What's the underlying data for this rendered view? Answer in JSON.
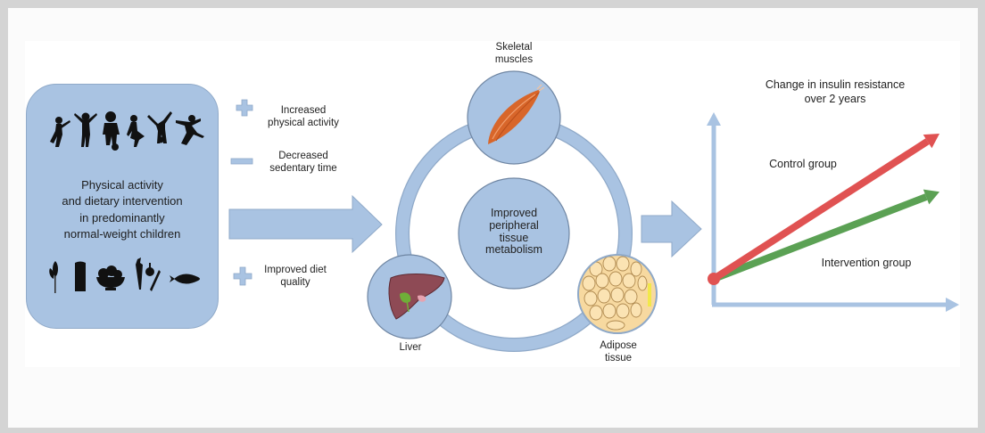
{
  "figure": {
    "intervention_box": {
      "text": "Physical activity\nand dietary intervention\nin predominantly\nnormal-weight children",
      "activity_icons": [
        "child-running-icon",
        "child-jumping-icon",
        "child-with-ball-icon",
        "child-dancing-icon",
        "child-cartwheel-icon",
        "child-leaping-icon"
      ],
      "food_icons": [
        "grain-icon",
        "bread-icon",
        "fruit-bowl-icon",
        "vegetables-icon",
        "fish-icon"
      ]
    },
    "effects": [
      {
        "sign": "+",
        "icon": "plus-icon",
        "label": "Increased\nphysical activity"
      },
      {
        "sign": "−",
        "icon": "minus-icon",
        "label": "Decreased\nsedentary time"
      },
      {
        "sign": "+",
        "icon": "plus-icon",
        "label": "Improved diet\nquality"
      }
    ],
    "tissue_cycle": {
      "center_label": "Improved\nperipheral\ntissue\nmetabolism",
      "nodes": [
        {
          "label": "Skeletal\nmuscles",
          "icon": "muscle-icon"
        },
        {
          "label": "Liver",
          "icon": "liver-icon"
        },
        {
          "label": "Adipose\ntissue",
          "icon": "adipose-tissue-icon"
        }
      ]
    },
    "colors": {
      "box_blue": "#a9c3e2",
      "axis_blue": "#a9c3e2",
      "control_red": "#e05252",
      "intervention_green": "#5ba154"
    }
  },
  "chart_data": {
    "type": "line",
    "title": "Change in insulin resistance\nover 2 years",
    "xlabel": "",
    "ylabel": "",
    "x": [
      0,
      2
    ],
    "xunit": "years (schematic, no ticks shown)",
    "series": [
      {
        "name": "Control group",
        "label": "Control group",
        "values": [
          0,
          1.0
        ],
        "color": "#e05252"
      },
      {
        "name": "Intervention group",
        "label": "Intervention group",
        "values": [
          0,
          0.6
        ],
        "color": "#5ba154"
      }
    ],
    "ylim": [
      0,
      1.2
    ],
    "grid": false,
    "legend": "inline labels"
  }
}
